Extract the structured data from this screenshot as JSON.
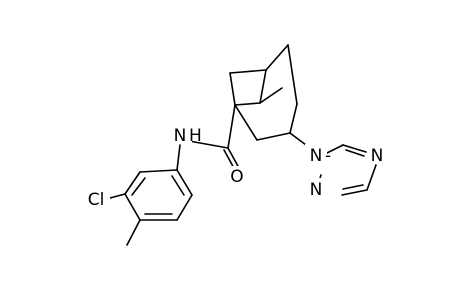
{
  "structure": {
    "atoms": {
      "nh": "N",
      "h": "H",
      "o": "O",
      "cl": "Cl",
      "n_ring": "N",
      "n2_ring": "N",
      "n4_ring": "N"
    }
  },
  "colors": {
    "bond": "#000000",
    "text": "#000000",
    "background": "#ffffff"
  }
}
